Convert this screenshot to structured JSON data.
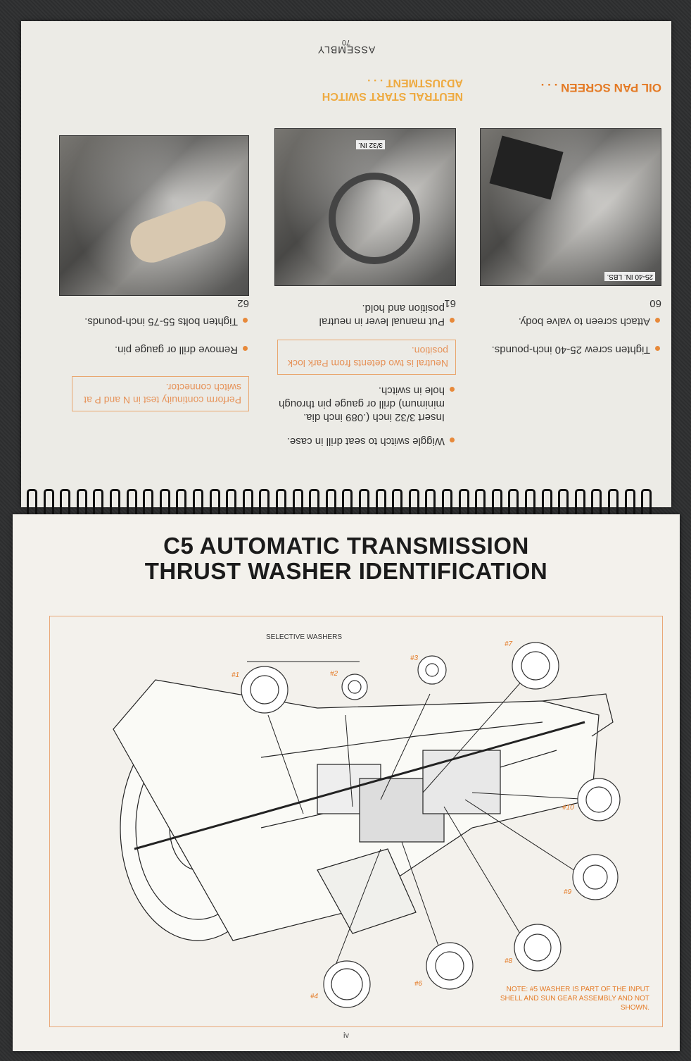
{
  "top_page": {
    "page_number": "70",
    "section": "ASSEMBLY",
    "headings": {
      "oil_pan": "OIL PAN SCREEN . . .",
      "neutral": "NEUTRAL START SWITCH ADJUSTMENT . . ."
    },
    "steps": {
      "s60": {
        "num": "60",
        "b1": "Attach screen to valve body.",
        "b2": "Tighten screw 25-40 inch-pounds.",
        "photo_label": "25-40 IN. LBS."
      },
      "s61": {
        "num": "61",
        "b1": "Put manual lever in neutral position and hold.",
        "box": "Neutral is two detents from Park lock position.",
        "b2": "Insert 3/32 inch (.089 inch dia. minimum) drill or gauge pin through hole in switch.",
        "b3": "Wiggle switch to seat drill in case.",
        "photo_label": "3/32 IN."
      },
      "s62": {
        "num": "62",
        "b1": "Tighten bolts 55-75 inch-pounds.",
        "b2": "Remove drill or gauge pin.",
        "box": "Perform continuity test in N and P at switch connector."
      }
    }
  },
  "bottom_page": {
    "title_line1": "C5 AUTOMATIC TRANSMISSION",
    "title_line2": "THRUST WASHER IDENTIFICATION",
    "selective_washers": "SELECTIVE WASHERS",
    "washers": [
      "#1",
      "#2",
      "#3",
      "#4",
      "#6",
      "#7",
      "#8",
      "#9",
      "#10"
    ],
    "note": "NOTE: #5 WASHER IS PART OF THE INPUT SHELL AND SUN GEAR ASSEMBLY AND NOT SHOWN.",
    "page_number": "iv"
  },
  "colors": {
    "accent": "#e47a25",
    "paper": "#f3f1ec",
    "background": "#2f3031"
  }
}
